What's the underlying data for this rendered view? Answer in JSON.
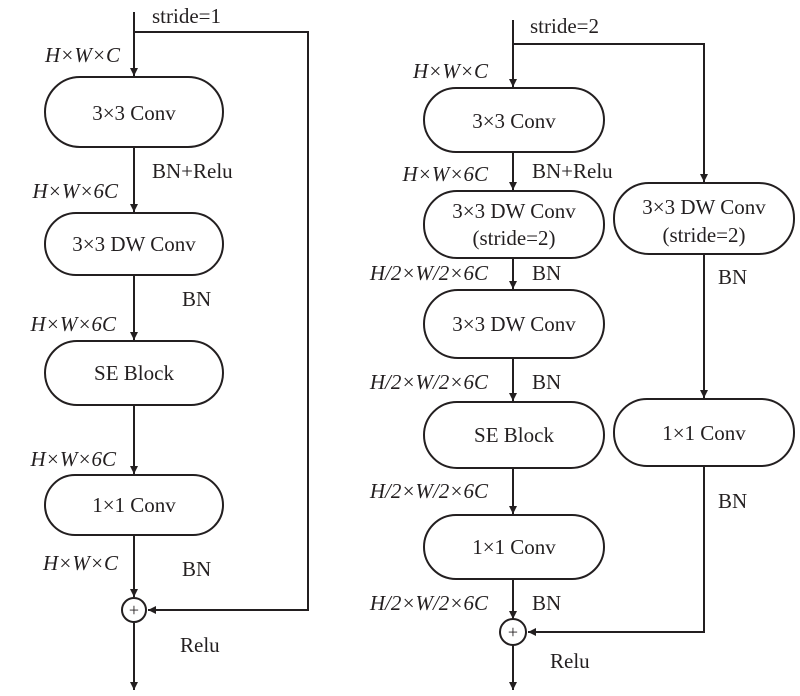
{
  "left": {
    "stride_label": "stride=1",
    "dims": [
      "H×W×C",
      "H×W×6C",
      "H×W×6C",
      "H×W×6C",
      "H×W×C"
    ],
    "boxes": {
      "conv3x3": "3×3 Conv",
      "dwconv": "3×3 DW Conv",
      "se": "SE Block",
      "conv1x1": "1×1 Conv"
    },
    "edge_labels": {
      "bn_relu": "BN+Relu",
      "bn1": "BN",
      "bn2": "BN",
      "relu": "Relu"
    },
    "add_symbol": "+"
  },
  "right": {
    "stride_label": "stride=2",
    "dims": [
      "H×W×C",
      "H×W×6C",
      "H/2×W/2×6C",
      "H/2×W/2×6C",
      "H/2×W/2×6C",
      "H/2×W/2×6C"
    ],
    "boxes": {
      "conv3x3": "3×3 Conv",
      "dwconv_s2_line1": "3×3 DW Conv",
      "dwconv_s2_line2": "(stride=2)",
      "dwconv": "3×3 DW Conv",
      "se": "SE Block",
      "conv1x1": "1×1 Conv",
      "short_dwconv_line1": "3×3 DW Conv",
      "short_dwconv_line2": "(stride=2)",
      "short_conv1x1": "1×1 Conv"
    },
    "edge_labels": {
      "bn_relu": "BN+Relu",
      "bn1": "BN",
      "bn2": "BN",
      "bn3": "BN",
      "short_bn1": "BN",
      "short_bn2": "BN",
      "relu": "Relu"
    },
    "add_symbol": "+"
  }
}
